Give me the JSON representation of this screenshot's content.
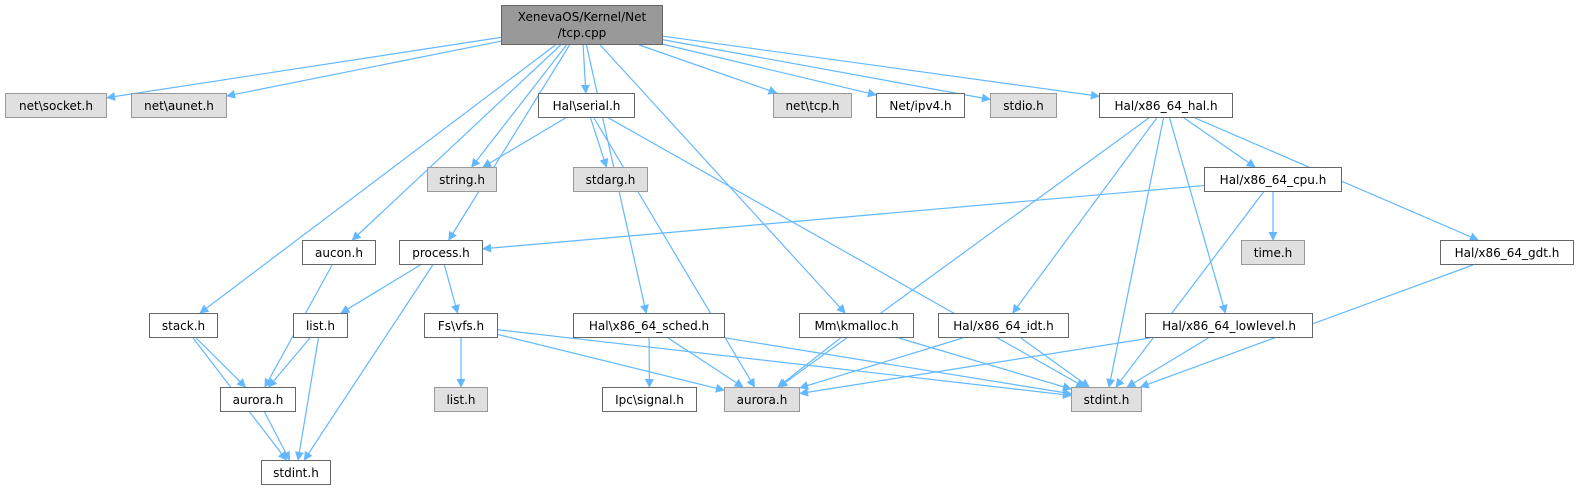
{
  "colors": {
    "edge": "#63b8ff",
    "root_fill": "#999999",
    "external_fill": "#e0e0e0",
    "node_fill": "#ffffff"
  },
  "nodes": [
    {
      "id": "root",
      "label": "XenevaOS/Kernel/Net\n/tcp.cpp",
      "kind": "root"
    },
    {
      "id": "socket",
      "label": "net\\socket.h",
      "kind": "ext"
    },
    {
      "id": "aunet",
      "label": "net\\aunet.h",
      "kind": "ext"
    },
    {
      "id": "serial",
      "label": "Hal\\serial.h",
      "kind": "doc"
    },
    {
      "id": "tcph",
      "label": "net\\tcp.h",
      "kind": "ext"
    },
    {
      "id": "ipv4",
      "label": "Net/ipv4.h",
      "kind": "doc"
    },
    {
      "id": "stdio",
      "label": "stdio.h",
      "kind": "ext"
    },
    {
      "id": "hal",
      "label": "Hal/x86_64_hal.h",
      "kind": "doc"
    },
    {
      "id": "string",
      "label": "string.h",
      "kind": "ext"
    },
    {
      "id": "stdarg",
      "label": "stdarg.h",
      "kind": "ext"
    },
    {
      "id": "cpu",
      "label": "Hal/x86_64_cpu.h",
      "kind": "doc"
    },
    {
      "id": "aucon",
      "label": "aucon.h",
      "kind": "doc"
    },
    {
      "id": "process",
      "label": "process.h",
      "kind": "doc"
    },
    {
      "id": "time",
      "label": "time.h",
      "kind": "ext"
    },
    {
      "id": "gdt",
      "label": "Hal/x86_64_gdt.h",
      "kind": "doc"
    },
    {
      "id": "stack",
      "label": "stack.h",
      "kind": "doc"
    },
    {
      "id": "list",
      "label": "list.h",
      "kind": "doc"
    },
    {
      "id": "vfs",
      "label": "Fs\\vfs.h",
      "kind": "doc"
    },
    {
      "id": "sched",
      "label": "Hal\\x86_64_sched.h",
      "kind": "doc"
    },
    {
      "id": "kmalloc",
      "label": "Mm\\kmalloc.h",
      "kind": "doc"
    },
    {
      "id": "idt",
      "label": "Hal/x86_64_idt.h",
      "kind": "doc"
    },
    {
      "id": "lowlevel",
      "label": "Hal/x86_64_lowlevel.h",
      "kind": "doc"
    },
    {
      "id": "aurora1",
      "label": "aurora.h",
      "kind": "doc"
    },
    {
      "id": "listext",
      "label": "list.h",
      "kind": "ext"
    },
    {
      "id": "signal",
      "label": "Ipc\\signal.h",
      "kind": "doc"
    },
    {
      "id": "aurora2",
      "label": "aurora.h",
      "kind": "ext"
    },
    {
      "id": "stdint2",
      "label": "stdint.h",
      "kind": "ext"
    },
    {
      "id": "stdint1",
      "label": "stdint.h",
      "kind": "doc"
    }
  ],
  "edges": [
    [
      "root",
      "socket"
    ],
    [
      "root",
      "aunet"
    ],
    [
      "root",
      "stack"
    ],
    [
      "root",
      "aucon"
    ],
    [
      "root",
      "process"
    ],
    [
      "root",
      "string"
    ],
    [
      "root",
      "serial"
    ],
    [
      "root",
      "sched"
    ],
    [
      "root",
      "kmalloc"
    ],
    [
      "root",
      "tcph"
    ],
    [
      "root",
      "ipv4"
    ],
    [
      "root",
      "stdio"
    ],
    [
      "root",
      "hal"
    ],
    [
      "serial",
      "string"
    ],
    [
      "serial",
      "aurora2"
    ],
    [
      "serial",
      "stdarg"
    ],
    [
      "serial",
      "stdint2"
    ],
    [
      "hal",
      "aurora2"
    ],
    [
      "hal",
      "idt"
    ],
    [
      "hal",
      "lowlevel"
    ],
    [
      "hal",
      "cpu"
    ],
    [
      "hal",
      "stdint2"
    ],
    [
      "hal",
      "gdt"
    ],
    [
      "cpu",
      "process"
    ],
    [
      "cpu",
      "time"
    ],
    [
      "cpu",
      "stdint2"
    ],
    [
      "process",
      "list"
    ],
    [
      "process",
      "vfs"
    ],
    [
      "process",
      "stdint1"
    ],
    [
      "aucon",
      "aurora1"
    ],
    [
      "stack",
      "aurora1"
    ],
    [
      "stack",
      "stdint1"
    ],
    [
      "list",
      "aurora1"
    ],
    [
      "list",
      "stdint1"
    ],
    [
      "aurora1",
      "stdint1"
    ],
    [
      "vfs",
      "listext"
    ],
    [
      "vfs",
      "aurora2"
    ],
    [
      "vfs",
      "stdint2"
    ],
    [
      "sched",
      "signal"
    ],
    [
      "sched",
      "aurora2"
    ],
    [
      "sched",
      "stdint2"
    ],
    [
      "kmalloc",
      "aurora2"
    ],
    [
      "kmalloc",
      "stdint2"
    ],
    [
      "idt",
      "aurora2"
    ],
    [
      "idt",
      "stdint2"
    ],
    [
      "lowlevel",
      "aurora2"
    ],
    [
      "lowlevel",
      "stdint2"
    ],
    [
      "gdt",
      "stdint2"
    ]
  ]
}
